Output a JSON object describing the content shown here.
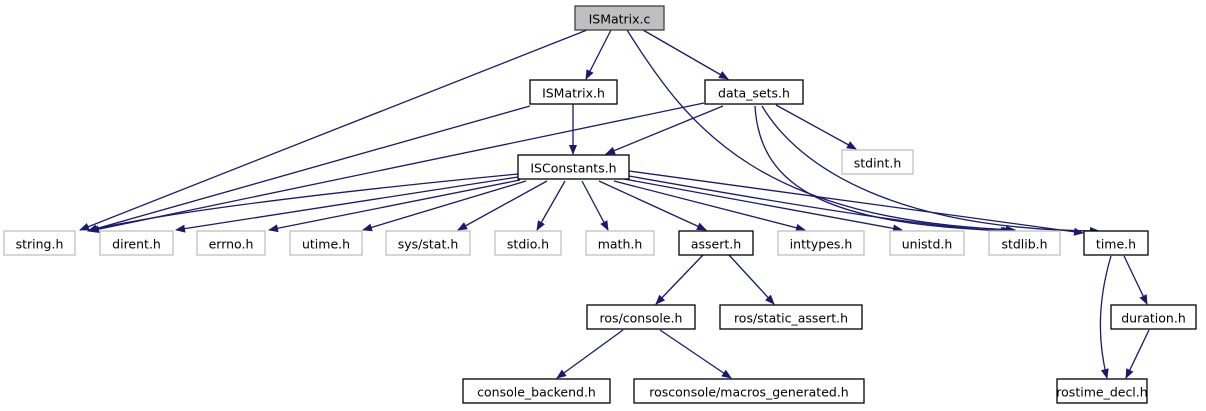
{
  "diagram": {
    "type": "include-dependency-graph",
    "root": "ISMatrix.c",
    "colors": {
      "edge": "#191970",
      "root_fill": "#bfbfbf",
      "root_border": "#404040",
      "documented_border": "#000000",
      "external_border": "#bfbfbf",
      "node_fill": "#ffffff",
      "text": "#000000"
    },
    "nodes": [
      {
        "id": "ismatrix_c",
        "label": "ISMatrix.c",
        "kind": "root"
      },
      {
        "id": "ismatrix_h",
        "label": "ISMatrix.h",
        "kind": "documented"
      },
      {
        "id": "data_sets_h",
        "label": "data_sets.h",
        "kind": "documented"
      },
      {
        "id": "isconstants_h",
        "label": "ISConstants.h",
        "kind": "documented"
      },
      {
        "id": "stdint_h",
        "label": "stdint.h",
        "kind": "external"
      },
      {
        "id": "string_h",
        "label": "string.h",
        "kind": "external"
      },
      {
        "id": "dirent_h",
        "label": "dirent.h",
        "kind": "external"
      },
      {
        "id": "errno_h",
        "label": "errno.h",
        "kind": "external"
      },
      {
        "id": "utime_h",
        "label": "utime.h",
        "kind": "external"
      },
      {
        "id": "sys_stat_h",
        "label": "sys/stat.h",
        "kind": "external"
      },
      {
        "id": "stdio_h",
        "label": "stdio.h",
        "kind": "external"
      },
      {
        "id": "math_h",
        "label": "math.h",
        "kind": "external"
      },
      {
        "id": "assert_h",
        "label": "assert.h",
        "kind": "documented"
      },
      {
        "id": "inttypes_h",
        "label": "inttypes.h",
        "kind": "external"
      },
      {
        "id": "unistd_h",
        "label": "unistd.h",
        "kind": "external"
      },
      {
        "id": "stdlib_h",
        "label": "stdlib.h",
        "kind": "external"
      },
      {
        "id": "time_h",
        "label": "time.h",
        "kind": "documented"
      },
      {
        "id": "ros_console_h",
        "label": "ros/console.h",
        "kind": "documented"
      },
      {
        "id": "ros_static_assert_h",
        "label": "ros/static_assert.h",
        "kind": "documented"
      },
      {
        "id": "duration_h",
        "label": "duration.h",
        "kind": "documented"
      },
      {
        "id": "console_backend_h",
        "label": "console_backend.h",
        "kind": "documented"
      },
      {
        "id": "rosconsole_macros_generated_h",
        "label": "rosconsole/macros_generated.h",
        "kind": "documented"
      },
      {
        "id": "rostime_decl_h",
        "label": "rostime_decl.h",
        "kind": "documented"
      }
    ],
    "edges": [
      {
        "from": "ismatrix_c",
        "to": "ismatrix_h"
      },
      {
        "from": "ismatrix_c",
        "to": "data_sets_h"
      },
      {
        "from": "ismatrix_c",
        "to": "string_h"
      },
      {
        "from": "ismatrix_c",
        "to": "stdlib_h"
      },
      {
        "from": "ismatrix_h",
        "to": "isconstants_h"
      },
      {
        "from": "ismatrix_h",
        "to": "string_h"
      },
      {
        "from": "data_sets_h",
        "to": "isconstants_h"
      },
      {
        "from": "data_sets_h",
        "to": "string_h"
      },
      {
        "from": "data_sets_h",
        "to": "stdint_h"
      },
      {
        "from": "data_sets_h",
        "to": "stdlib_h"
      },
      {
        "from": "data_sets_h",
        "to": "time_h"
      },
      {
        "from": "isconstants_h",
        "to": "string_h"
      },
      {
        "from": "isconstants_h",
        "to": "dirent_h"
      },
      {
        "from": "isconstants_h",
        "to": "errno_h"
      },
      {
        "from": "isconstants_h",
        "to": "utime_h"
      },
      {
        "from": "isconstants_h",
        "to": "sys_stat_h"
      },
      {
        "from": "isconstants_h",
        "to": "stdio_h"
      },
      {
        "from": "isconstants_h",
        "to": "math_h"
      },
      {
        "from": "isconstants_h",
        "to": "assert_h"
      },
      {
        "from": "isconstants_h",
        "to": "inttypes_h"
      },
      {
        "from": "isconstants_h",
        "to": "unistd_h"
      },
      {
        "from": "isconstants_h",
        "to": "stdlib_h"
      },
      {
        "from": "isconstants_h",
        "to": "time_h"
      },
      {
        "from": "assert_h",
        "to": "ros_console_h"
      },
      {
        "from": "assert_h",
        "to": "ros_static_assert_h"
      },
      {
        "from": "ros_console_h",
        "to": "console_backend_h"
      },
      {
        "from": "ros_console_h",
        "to": "rosconsole_macros_generated_h"
      },
      {
        "from": "time_h",
        "to": "duration_h"
      },
      {
        "from": "time_h",
        "to": "rostime_decl_h"
      },
      {
        "from": "duration_h",
        "to": "rostime_decl_h"
      }
    ]
  }
}
